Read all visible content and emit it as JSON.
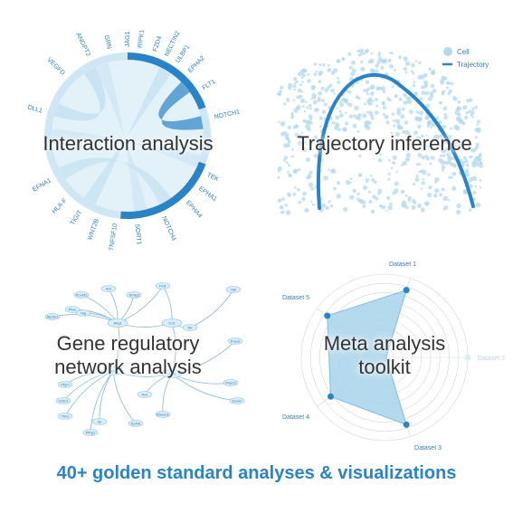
{
  "panels": {
    "interaction": {
      "title": "Interaction analysis",
      "genes": [
        "RIPK1",
        "FZD4",
        "NECTIN2",
        "ULBP1",
        "EPHA2",
        "FLT1",
        "NOTCH1",
        "TEK",
        "EPHA1",
        "EPHA4",
        "NOTCH4",
        "SORT1",
        "TNFSF10",
        "WNT2B",
        "TIGIT",
        "HLA-F",
        "EFNA1",
        "DLL1",
        "VEGFD",
        "ANGPT2",
        "GRN",
        "JAG1"
      ]
    },
    "trajectory": {
      "title": "Trajectory inference",
      "legend": {
        "cell": "Cell",
        "trajectory": "Trajectory"
      }
    },
    "grn": {
      "title_line1": "Gene regulatory",
      "title_line2": "network analysis",
      "nodes": [
        "Pou6f1",
        "Arb",
        "Timlg3",
        "Pcl1",
        "Tab",
        "Tag",
        "Pfoe",
        "Atp5e3",
        "Ahg1",
        "Co1",
        "Nk",
        "Popur",
        "Cdc1",
        "Hpa1",
        "Pfgm",
        "Orbn1",
        "Tbn1",
        "Sp",
        "Nuc",
        "Esam",
        "Wamp1",
        "Ephia",
        "Pfhg1",
        "Pkp23"
      ]
    },
    "meta": {
      "title_line1": "Meta analysis",
      "title_line2": "toolkit",
      "axes": [
        "Dataset 1",
        "Dataset 2",
        "Dataset 3",
        "Dataset 4",
        "Dataset 5"
      ],
      "values": [
        0.85,
        0.02,
        0.85,
        0.8,
        0.85
      ],
      "fill_color": "#a9d3ea",
      "point_color": "#2a83c6"
    }
  },
  "footer": {
    "text": "40+ golden standard analyses & visualizations"
  },
  "colors": {
    "accent": "#2a83c6",
    "light": "#cfe6f4"
  }
}
